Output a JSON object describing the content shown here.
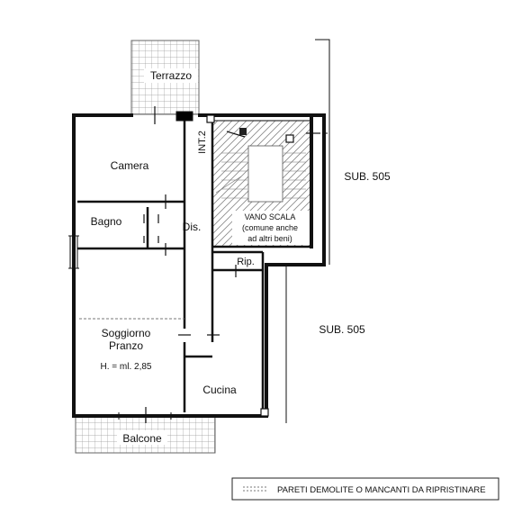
{
  "rooms": {
    "terrazzo": "Terrazzo",
    "camera": "Camera",
    "bagno": "Bagno",
    "dis": "Dis.",
    "soggiorno_line1": "Soggiorno",
    "soggiorno_line2": "Pranzo",
    "height_note": "H. = ml. 2,85",
    "cucina": "Cucina",
    "balcone": "Balcone",
    "rip": "Rip."
  },
  "stair": {
    "line1": "VANO SCALA",
    "line2": "(comune anche",
    "line3": "ad altri beni)"
  },
  "unit_label": "INT.2",
  "neighbors": {
    "upper": "SUB. 505",
    "lower": "SUB. 505"
  },
  "legend": {
    "text": "PARETI DEMOLITE O MANCANTI DA RIPRISTINARE"
  }
}
